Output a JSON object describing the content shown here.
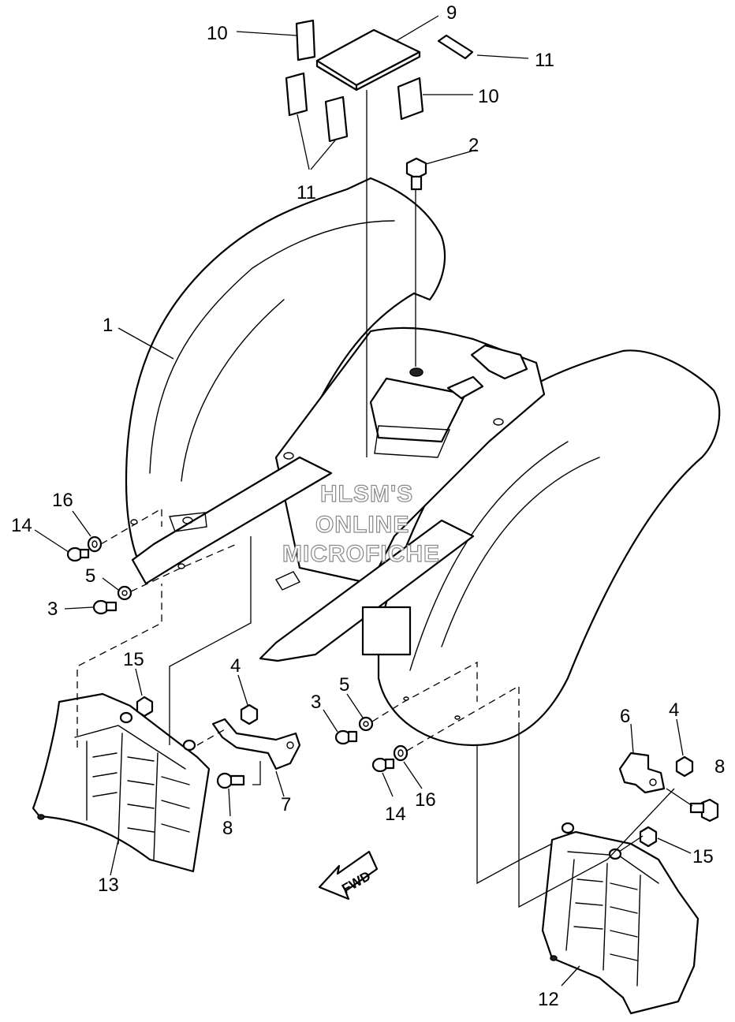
{
  "callouts": [
    {
      "id": "c1",
      "label": "1"
    },
    {
      "id": "c2",
      "label": "2"
    },
    {
      "id": "c3a",
      "label": "3"
    },
    {
      "id": "c3b",
      "label": "3"
    },
    {
      "id": "c4a",
      "label": "4"
    },
    {
      "id": "c4b",
      "label": "4"
    },
    {
      "id": "c5a",
      "label": "5"
    },
    {
      "id": "c5b",
      "label": "5"
    },
    {
      "id": "c6",
      "label": "6"
    },
    {
      "id": "c7",
      "label": "7"
    },
    {
      "id": "c8a",
      "label": "8"
    },
    {
      "id": "c8b",
      "label": "8"
    },
    {
      "id": "c9",
      "label": "9"
    },
    {
      "id": "c10a",
      "label": "10"
    },
    {
      "id": "c10b",
      "label": "10"
    },
    {
      "id": "c11a",
      "label": "11"
    },
    {
      "id": "c11b",
      "label": "11"
    },
    {
      "id": "c12",
      "label": "12"
    },
    {
      "id": "c13",
      "label": "13"
    },
    {
      "id": "c14a",
      "label": "14"
    },
    {
      "id": "c14b",
      "label": "14"
    },
    {
      "id": "c15a",
      "label": "15"
    },
    {
      "id": "c15b",
      "label": "15"
    },
    {
      "id": "c16a",
      "label": "16"
    },
    {
      "id": "c16b",
      "label": "16"
    }
  ],
  "watermark": {
    "line1": "HLSM'S",
    "line2": "ONLINE",
    "line3": "MICROFICHE"
  },
  "direction_arrow": {
    "label": "FWD"
  }
}
